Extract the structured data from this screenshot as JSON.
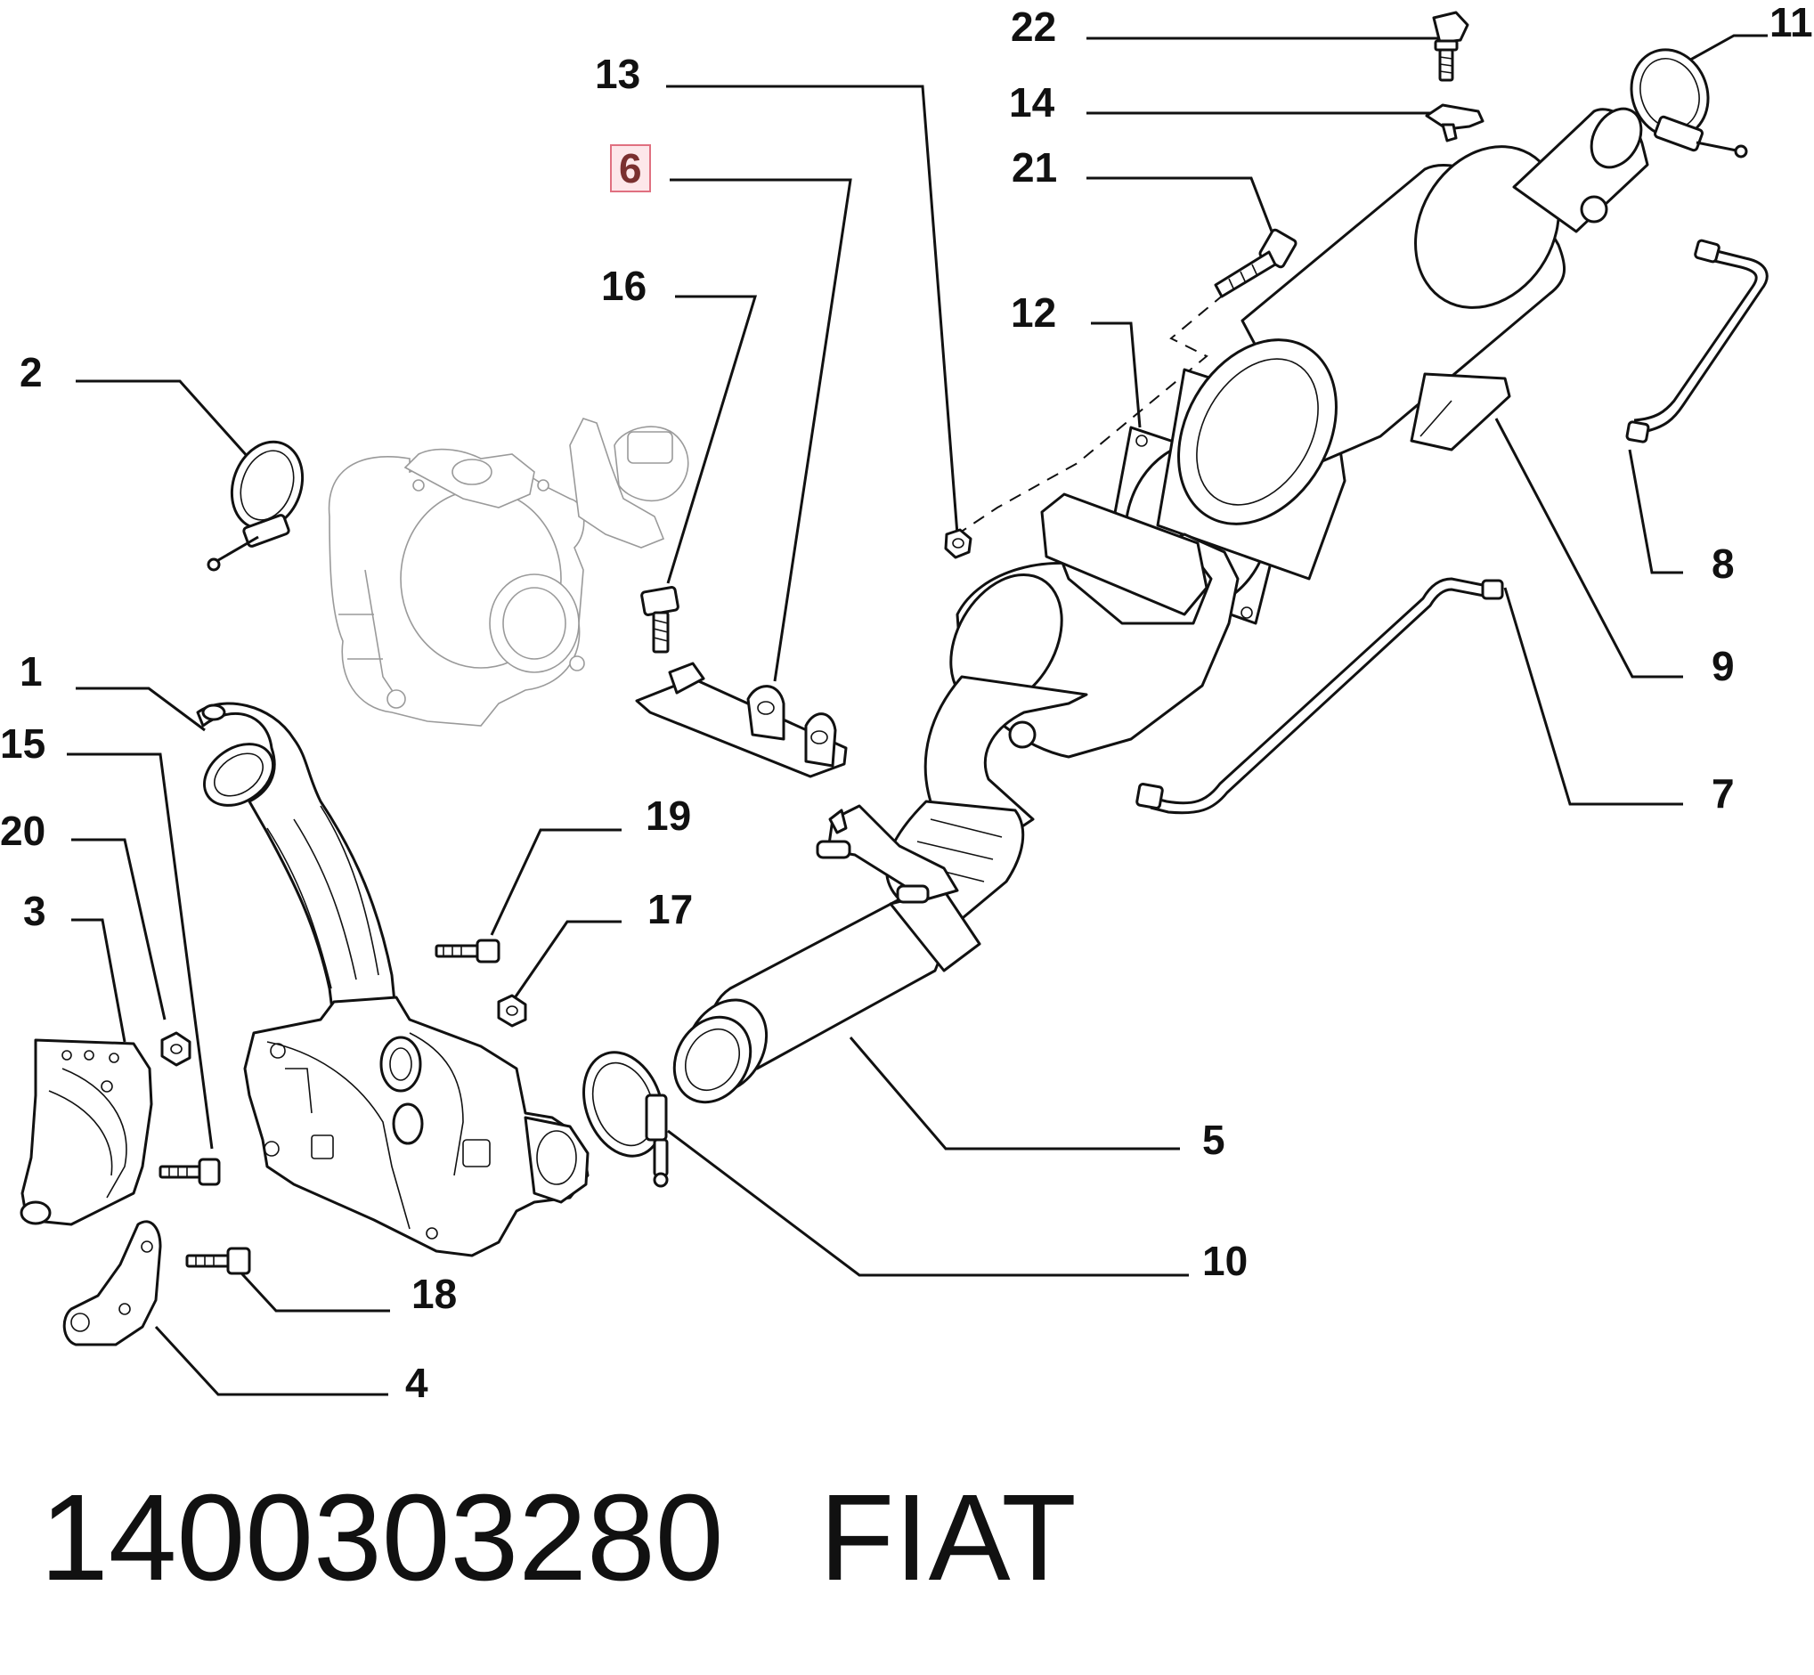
{
  "callouts": {
    "c1": "1",
    "c2": "2",
    "c3": "3",
    "c4": "4",
    "c5": "5",
    "c6": "6",
    "c7": "7",
    "c8": "8",
    "c9": "9",
    "c10": "10",
    "c11": "11",
    "c12": "12",
    "c13": "13",
    "c14": "14",
    "c15": "15",
    "c16": "16",
    "c17": "17",
    "c18": "18",
    "c19": "19",
    "c20": "20",
    "c21": "21",
    "c22": "22"
  },
  "highlighted_callout": "6",
  "footer": {
    "part_number": "1400303280",
    "brand": "FIAT"
  }
}
